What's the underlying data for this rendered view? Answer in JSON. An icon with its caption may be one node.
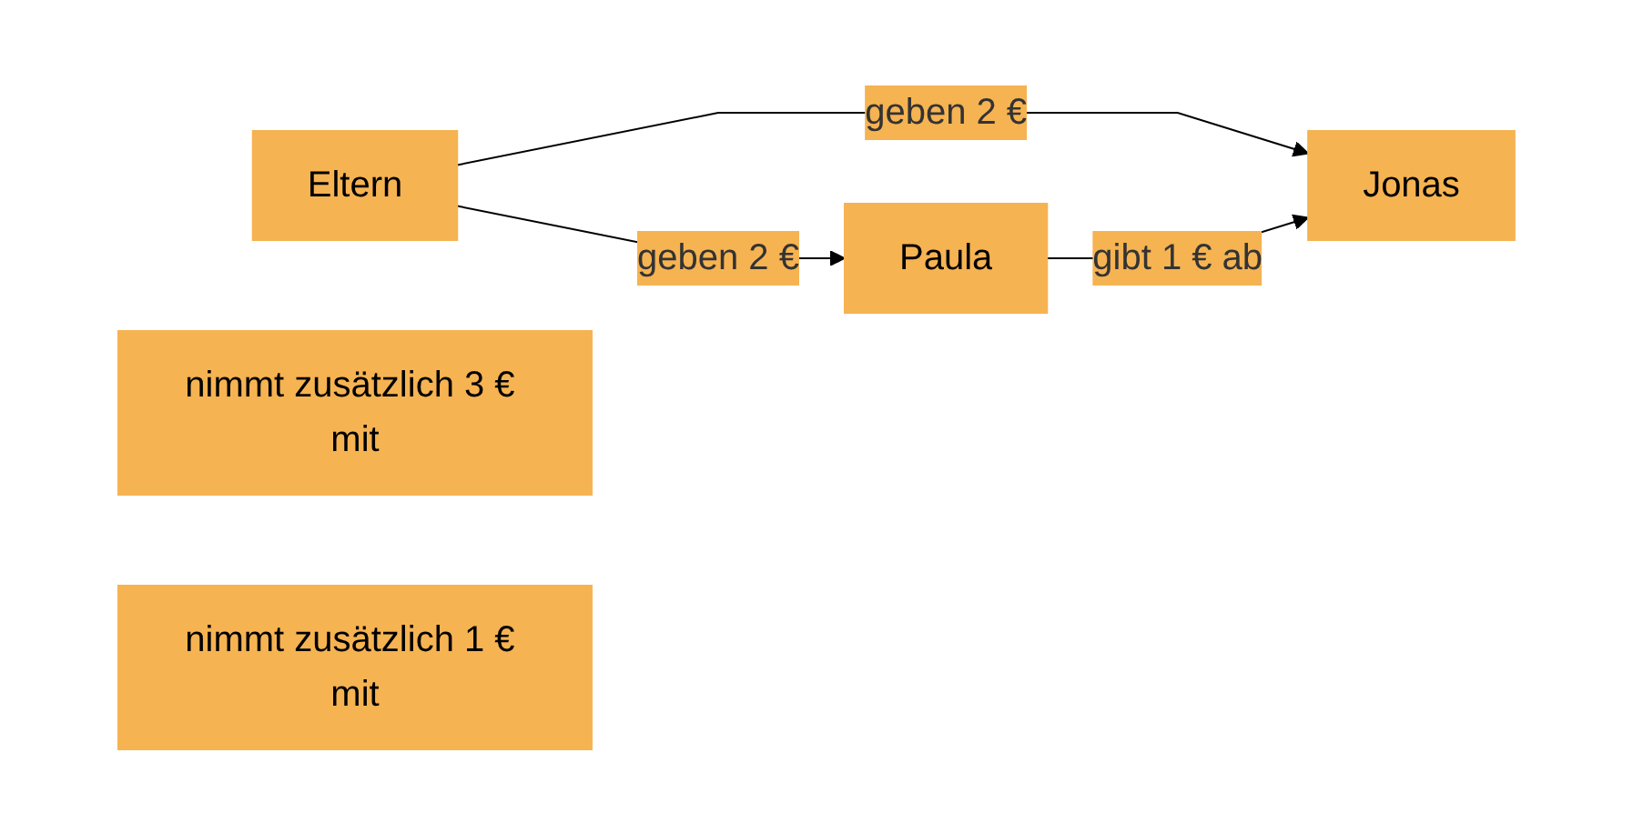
{
  "diagram": {
    "nodes": [
      {
        "text": [
          "Eltern"
        ]
      },
      {
        "text": [
          "Paula"
        ]
      },
      {
        "text": [
          "Jonas"
        ]
      },
      {
        "text": [
          "nimmt zusätzlich 3 € mit"
        ]
      },
      {
        "text": [
          "nimmt zusätzlich 1 € mit"
        ]
      }
    ],
    "edges": [
      {
        "from": 0,
        "to": 1,
        "arrow": "to",
        "label": "geben 2 €"
      },
      {
        "from": 0,
        "to": 2,
        "arrow": "to",
        "label": "geben 2 €"
      },
      {
        "from": 1,
        "to": 2,
        "arrow": "to",
        "label": "gibt 1 € ab"
      }
    ]
  }
}
